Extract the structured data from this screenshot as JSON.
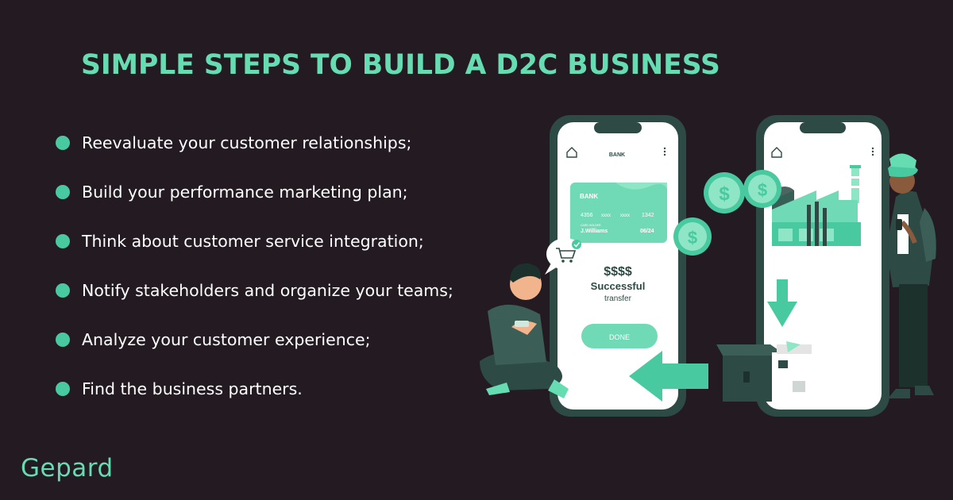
{
  "title": "SIMPLE STEPS TO BUILD A D2C BUSINESS",
  "steps": [
    "Reevaluate your customer relationships;",
    "Build your performance marketing plan;",
    "Think about customer service integration;",
    "Notify stakeholders and organize your teams;",
    "Analyze your customer experience;",
    "Find the business partners."
  ],
  "phone": {
    "header": "BANK",
    "card": {
      "bank": "BANK",
      "num1": "4356",
      "num2": "xxxx",
      "num3": "xxxx",
      "num4": "1342",
      "holder_label": "CARD HOLDER",
      "holder": "J.Williams",
      "expiry": "06/24"
    },
    "amount": "$$$$",
    "status": "Successful",
    "status_sub": "transfer",
    "done": "DONE"
  },
  "coin_symbol": "$",
  "logo": "Gepard",
  "icons": [
    "home-icon",
    "more-vert-icon",
    "cart-icon",
    "check-icon",
    "dollar-coin-icon",
    "arrow-left-icon",
    "arrow-down-icon"
  ],
  "colors": {
    "background": "#231a22",
    "accent": "#65dcb2",
    "bullet": "#48c99f",
    "dark_green": "#2d4a44"
  }
}
